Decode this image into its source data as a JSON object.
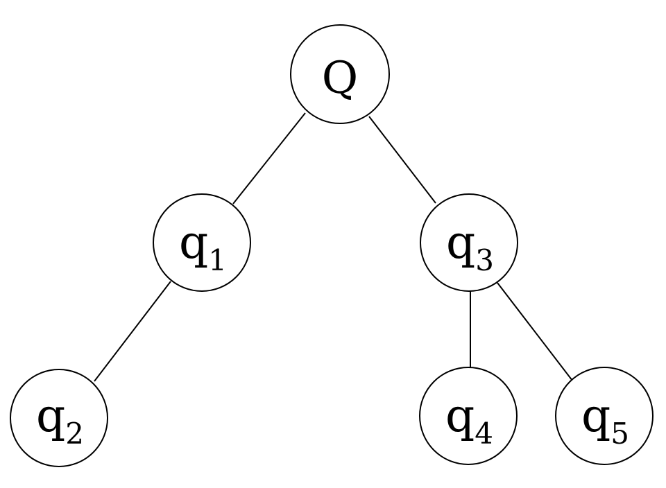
{
  "diagram": {
    "type": "tree",
    "nodes": [
      {
        "id": "Q",
        "main": "Q",
        "sub": ""
      },
      {
        "id": "q1",
        "main": "q",
        "sub": "1"
      },
      {
        "id": "q3",
        "main": "q",
        "sub": "3"
      },
      {
        "id": "q2",
        "main": "q",
        "sub": "2"
      },
      {
        "id": "q4",
        "main": "q",
        "sub": "4"
      },
      {
        "id": "q5",
        "main": "q",
        "sub": "5"
      }
    ],
    "edges": [
      {
        "from": "Q",
        "to": "q1"
      },
      {
        "from": "Q",
        "to": "q3"
      },
      {
        "from": "q1",
        "to": "q2"
      },
      {
        "from": "q3",
        "to": "q4"
      },
      {
        "from": "q3",
        "to": "q5"
      }
    ],
    "colors": {
      "stroke": "#000000",
      "fill": "#ffffff",
      "text": "#000000"
    }
  }
}
